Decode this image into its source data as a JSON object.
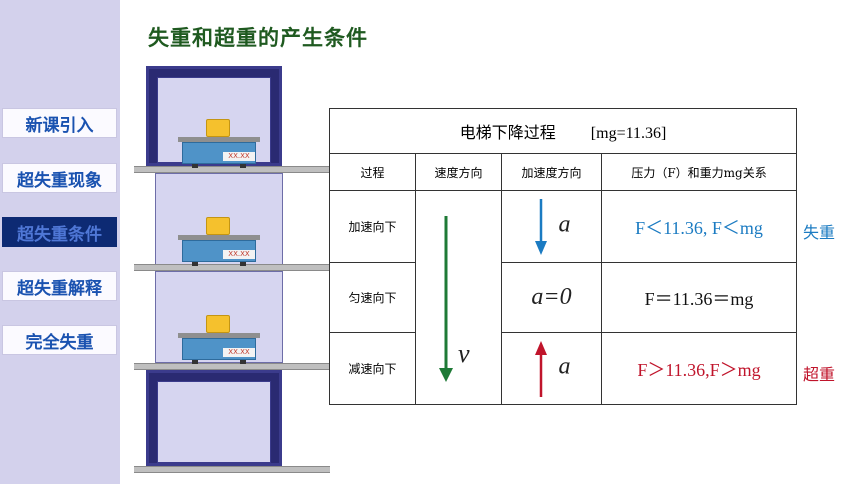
{
  "sidebar": {
    "items": [
      {
        "label": "新课引入",
        "active": false
      },
      {
        "label": "超失重现象",
        "active": false
      },
      {
        "label": "超失重条件",
        "active": true
      },
      {
        "label": "超失重解释",
        "active": false
      },
      {
        "label": "完全失重",
        "active": false
      }
    ]
  },
  "page_title": "失重和超重的产生条件",
  "scales": [
    {
      "display": "XX.XX"
    },
    {
      "display": "XX.XX"
    },
    {
      "display": "XX.XX"
    }
  ],
  "table": {
    "title": "电梯下降过程",
    "mg_note": "[mg=11.36]",
    "headers": [
      "过程",
      "速度方向",
      "加速度方向",
      "压力（F）和重力mg关系"
    ],
    "rows": [
      {
        "process": "加速向下",
        "accel": "a",
        "relation": "F＜11.36, F＜mg",
        "tag": "失重"
      },
      {
        "process": "匀速向下",
        "accel": "a=0",
        "relation": "F＝11.36＝mg",
        "tag": ""
      },
      {
        "process": "减速向下",
        "accel": "a",
        "relation": "F＞11.36,F＞mg",
        "tag": "超重"
      }
    ],
    "velocity_symbol": "v"
  },
  "colors": {
    "sidebar_bg": "#d3d1ec",
    "nav_text": "#1a52b0",
    "nav_active_bg": "#0d2a73",
    "title": "#1f5a20",
    "weightless": "#1b7bc2",
    "overweight": "#c0142b",
    "velocity_arrow": "#1e7a36"
  }
}
